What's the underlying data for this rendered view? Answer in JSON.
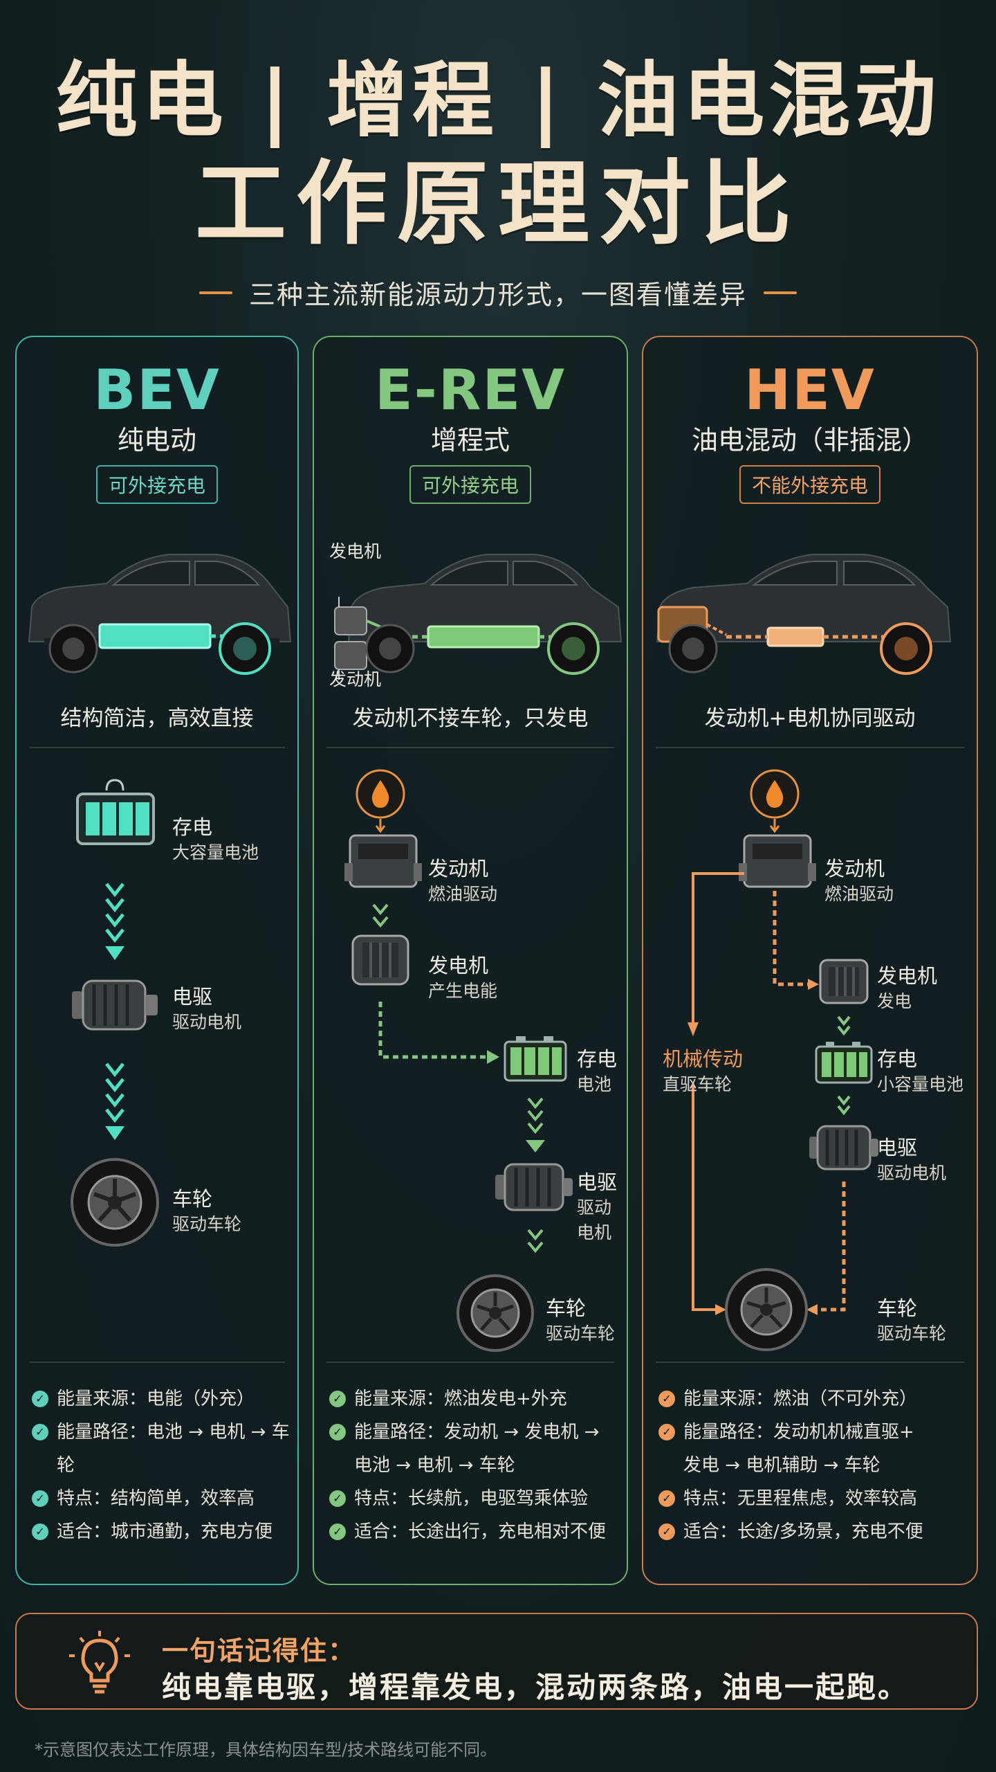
{
  "header": {
    "title_line1": "纯电 | 增程 | 油电混动",
    "title_line2": "工作原理对比",
    "subtitle": "三种主流新能源动力形式，一图看懂差异"
  },
  "colors": {
    "bev": "#5fd0be",
    "erev": "#84c780",
    "hev": "#f09a5b",
    "title": "#f4e3c8"
  },
  "bev": {
    "abbr": "BEV",
    "name": "纯电动",
    "badge": "可外接充电",
    "tagline": "结构简洁，高效直接",
    "nodes": [
      {
        "title": "存电",
        "sub": "大容量电池",
        "icon": "battery-icon"
      },
      {
        "title": "电驱",
        "sub": "驱动电机",
        "icon": "motor-icon"
      },
      {
        "title": "车轮",
        "sub": "驱动车轮",
        "icon": "wheel-icon"
      }
    ],
    "notes": [
      "能量来源：电能（外充）",
      "能量路径：电池 → 电机 → 车轮",
      "特点：结构简单，效率高",
      "适合：城市通勤，充电方便"
    ]
  },
  "erev": {
    "abbr": "E-REV",
    "name": "增程式",
    "badge": "可外接充电",
    "tagline": "发动机不接车轮，只发电",
    "car_labels": {
      "generator": "发电机",
      "engine": "发动机"
    },
    "nodes": [
      {
        "title": "发动机",
        "sub": "燃油驱动",
        "icon": "engine-icon"
      },
      {
        "title": "发电机",
        "sub": "产生电能",
        "icon": "generator-icon"
      },
      {
        "title": "存电",
        "sub": "电池",
        "icon": "battery-icon"
      },
      {
        "title": "电驱",
        "sub": "驱动电机",
        "icon": "motor-icon"
      },
      {
        "title": "车轮",
        "sub": "驱动车轮",
        "icon": "wheel-icon"
      }
    ],
    "notes": [
      "能量来源：燃油发电+外充",
      "能量路径：发动机 → 发电机 →\n电池 → 电机 → 车轮",
      "特点：长续航，电驱驾乘体验",
      "适合：长途出行，充电相对不便"
    ]
  },
  "hev": {
    "abbr": "HEV",
    "name": "油电混动（非插混）",
    "badge": "不能外接充电",
    "tagline": "发动机+电机协同驱动",
    "mech_label": "机械传动",
    "mech_sub": "直驱车轮",
    "nodes": [
      {
        "title": "发动机",
        "sub": "燃油驱动",
        "icon": "engine-icon"
      },
      {
        "title": "发电机",
        "sub": "发电",
        "icon": "generator-icon"
      },
      {
        "title": "存电",
        "sub": "小容量电池",
        "icon": "battery-icon"
      },
      {
        "title": "电驱",
        "sub": "驱动电机",
        "icon": "motor-icon"
      },
      {
        "title": "车轮",
        "sub": "驱动车轮",
        "icon": "wheel-icon"
      }
    ],
    "notes": [
      "能量来源：燃油（不可外充）",
      "能量路径：发动机机械直驱+\n发电 → 电机辅助 → 车轮",
      "特点：无里程焦虑，效率较高",
      "适合：长途/多场景，充电不便"
    ]
  },
  "summary": {
    "head": "一句话记得住：",
    "text": "纯电靠电驱，增程靠发电，混动两条路，油电一起跑。"
  },
  "footnote": "*示意图仅表达工作原理，具体结构因车型/技术路线可能不同。"
}
